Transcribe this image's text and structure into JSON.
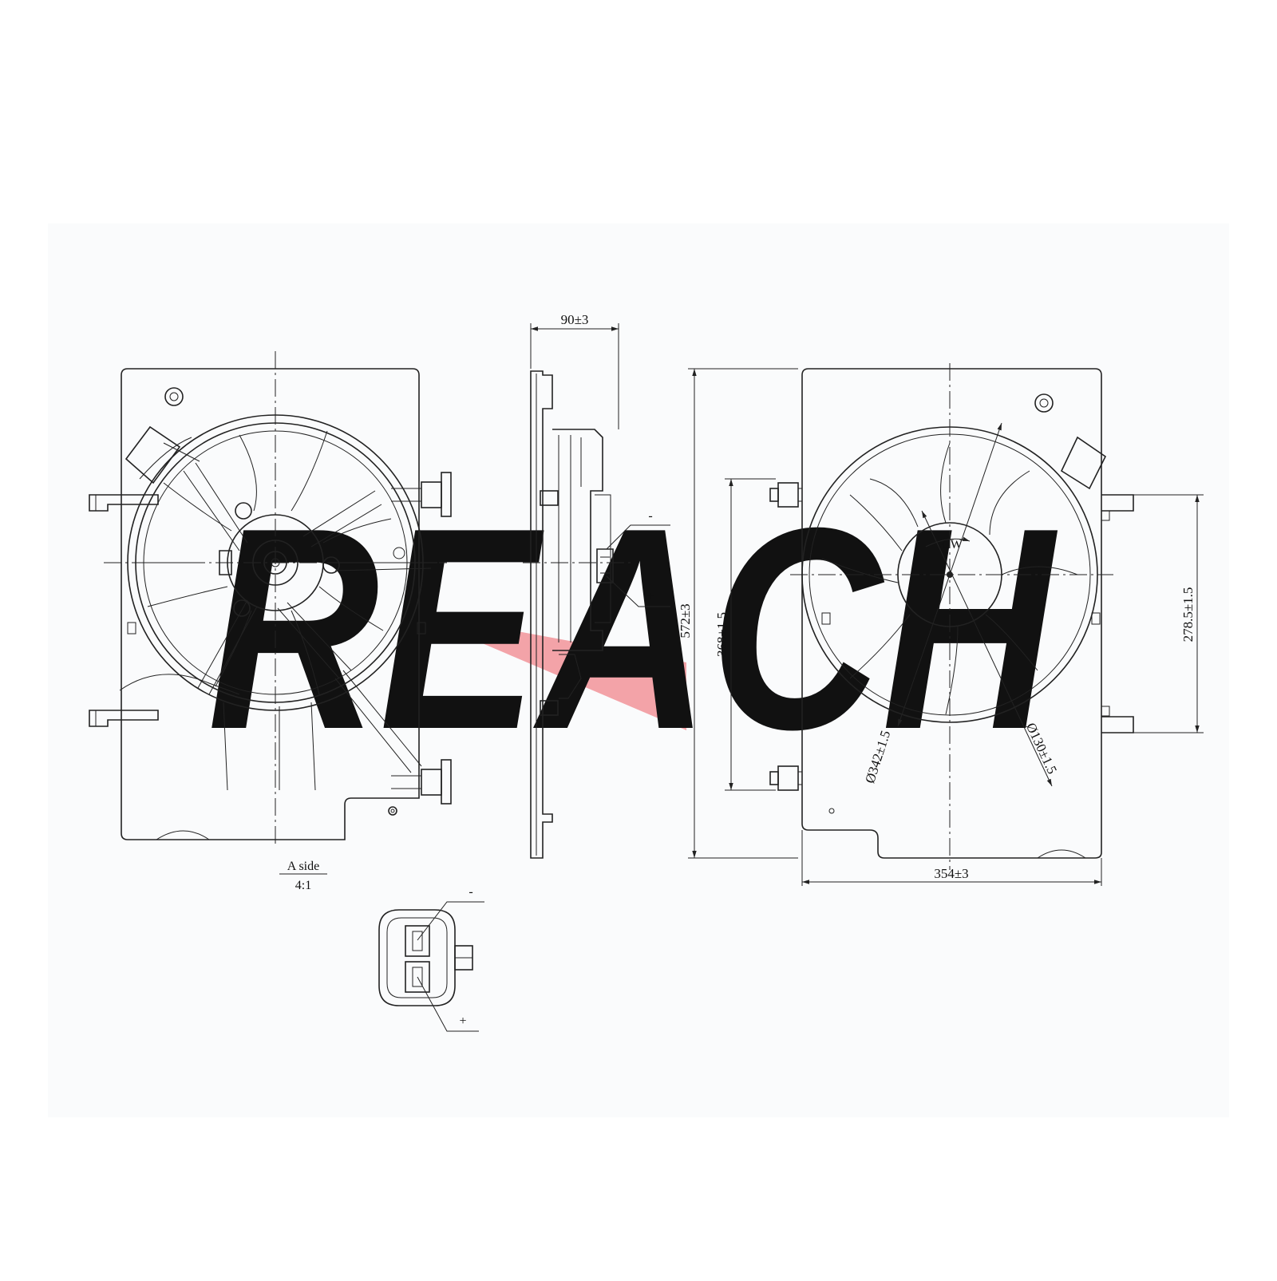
{
  "colors": {
    "background": "#ffffff",
    "panel": "#fafbfc",
    "line": "#222222",
    "watermark_blue": "#b9c8da",
    "watermark_red": "#f3a3a8"
  },
  "watermark": {
    "text": "REACH"
  },
  "labels": {
    "depth": "90±3",
    "height": "572±3",
    "mount_height": "368±1.5",
    "width": "354±3",
    "mount_spacing": "278.5±1.5",
    "shroud_diameter": "Ø342±1.5",
    "hub_diameter": "Ø130±1.5",
    "rotation": "CW",
    "view_name": "A side",
    "view_scale": "4:1",
    "negative": "-",
    "positive": "+"
  },
  "icons": [
    "rotation-arrow-icon",
    "connector-icon",
    "terminal-icon"
  ]
}
